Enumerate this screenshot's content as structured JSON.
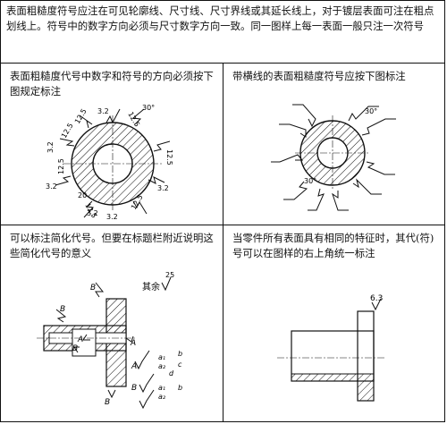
{
  "header": {
    "text": "表面粗糙度符号应注在可见轮廓线、尺寸线、尺寸界线或其延长线上，对于镀层表面可注在粗点划线上。符号中的数字方向必须与尺寸数字方向一致。同一图样上每一表面一般只注一次符号"
  },
  "cells": {
    "top_left": {
      "caption": "表面粗糙度代号中数字和符号的方向必须按下图规定标注",
      "labels": [
        "3.2",
        "12.5",
        "12.5",
        "30°",
        "12.5",
        "3.2",
        "12.5",
        "12.5",
        "3.2",
        "3.2",
        "12.5",
        "20",
        "12.5",
        "3.2",
        "3.2"
      ]
    },
    "top_right": {
      "caption": "带横线的表面粗糙度符号应按下图标注",
      "labels": [
        "30°",
        "30°"
      ]
    },
    "bottom_left": {
      "caption": "可以标注简化代号。但要在标题栏附近说明这些简化代号的意义",
      "labels": [
        "其余",
        "25",
        "B",
        "B",
        "A",
        "A",
        "B",
        "B",
        "A",
        "a₁",
        "a₂",
        "b",
        "c",
        "d",
        "B",
        "a₁",
        "a₂",
        "b"
      ]
    },
    "bottom_right": {
      "caption": "当零件所有表面具有相同的特征时，其代(符)号可以在图样的右上角统一标注",
      "labels": [
        "6.3"
      ]
    }
  }
}
